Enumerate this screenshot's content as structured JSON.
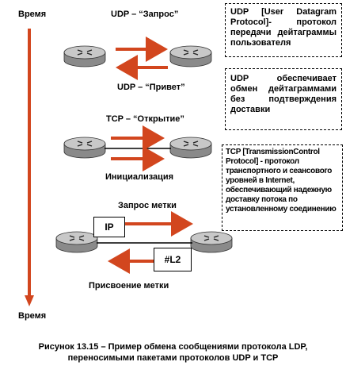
{
  "time_axis": {
    "top_label": "Время",
    "bottom_label": "Время"
  },
  "udp": {
    "request_label": "UDP – “Запрос”",
    "reply_label": "UDP – “Привет”",
    "definition": "UDP [User Datagram Protocol]- протокол передачи дейтаграммы пользователя",
    "note": "UDP обеспечивает обмен дейтаграммами без подтверждения доставки"
  },
  "tcp": {
    "open_label": "TCP – “Открытие”",
    "init_label": "Инициализация",
    "definition": "TCP [TransmissionControl Protocol] - протокол транспортного и сеансового уровней в Internet, обеспечивающий надежную доставку потока по установленному соединению"
  },
  "label_exchange": {
    "request_label": "Запрос метки",
    "ip_tag": "IP",
    "l2_tag": "#L2",
    "assign_label": "Присвоение метки"
  },
  "caption": "Рисунок 13.15 – Пример обмена сообщениями протокола LDP,\nпереносимыми пакетами протоколов UDP и TCP",
  "colors": {
    "arrow": "#d2461e",
    "router_top": "#c8c8c8",
    "router_side": "#8a8a8a"
  }
}
